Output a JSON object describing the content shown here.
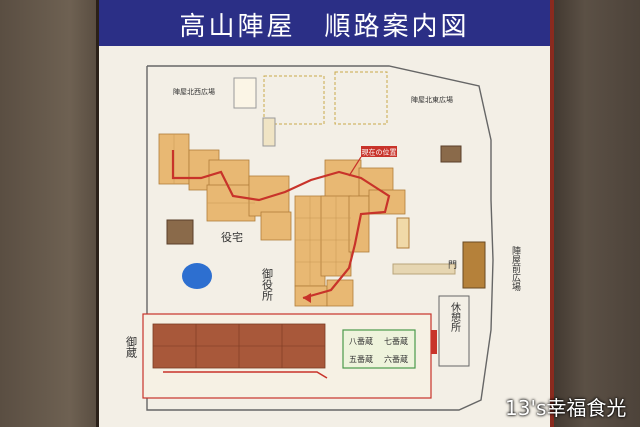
{
  "board": {
    "title": "高山陣屋　順路案内図"
  },
  "map": {
    "areas": {
      "north_west_square": "陣屋北西広場",
      "north_east_square": "陣屋北東広場",
      "front_square": "陣屋前広場",
      "residence": "役宅",
      "office": "御役所",
      "storehouse_group": "御蔵",
      "rest_house": "休憩所",
      "gate": "門"
    },
    "storehouses": {
      "no8": "八番蔵",
      "no7": "七番蔵",
      "no5": "五番蔵",
      "no6": "六番蔵"
    },
    "you_are_here": "現在の位置"
  },
  "watermark": "13's幸福食光",
  "colors": {
    "title_bar": "#2b2f86",
    "route": "#c8332a",
    "buildings": "#e8b873",
    "storehouse_fill": "#a8583a",
    "pond": "#2d6fd0"
  }
}
